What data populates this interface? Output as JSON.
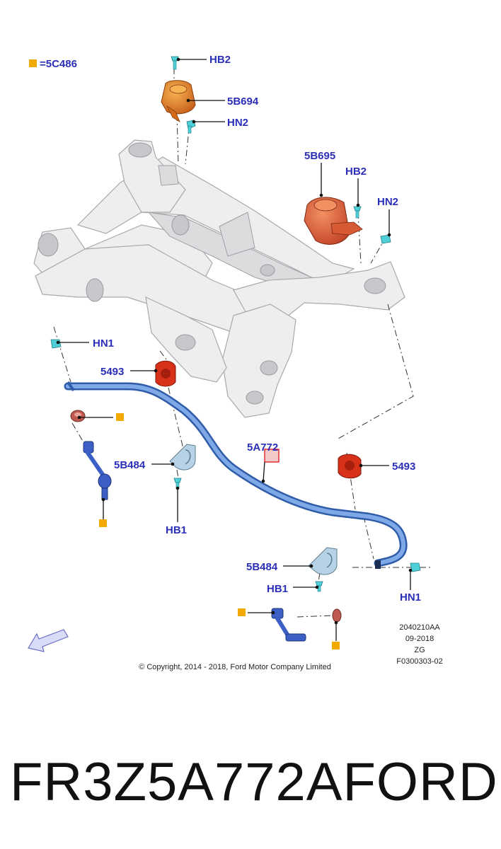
{
  "legend": {
    "marker_color": "#f2a900",
    "text": "=5C486"
  },
  "callouts": {
    "top_hb2": "HB2",
    "top_mount": "5B694",
    "top_hn2": "HN2",
    "right_mount": "5B695",
    "right_hb2": "HB2",
    "right_hn2": "HN2",
    "left_hn1": "HN1",
    "left_bush": "5493",
    "bar": "5A772",
    "left_bracket": "5B484",
    "left_hb1": "HB1",
    "right_bush": "5493",
    "right_bracket": "5B484",
    "right_hb1": "HB1",
    "right_hn1": "HN1"
  },
  "meta": {
    "line1": "2040210AA",
    "line2": "09-2018",
    "line3": "ZG",
    "line4": "F0300303-02"
  },
  "copyright": "© Copyright, 2014 - 2018, Ford Motor Company Limited",
  "caption": {
    "part_number": "FR3Z5A772A",
    "brand": "FORD"
  },
  "colors": {
    "label": "#2b2fb8",
    "bar": "#5b8fd9",
    "bushing": "#d8311a",
    "mount": "#e07a1c",
    "fastener": "#4fd0d8",
    "link": "#3b5fc4",
    "marker": "#f2a900",
    "highlight": "#e0242a"
  }
}
